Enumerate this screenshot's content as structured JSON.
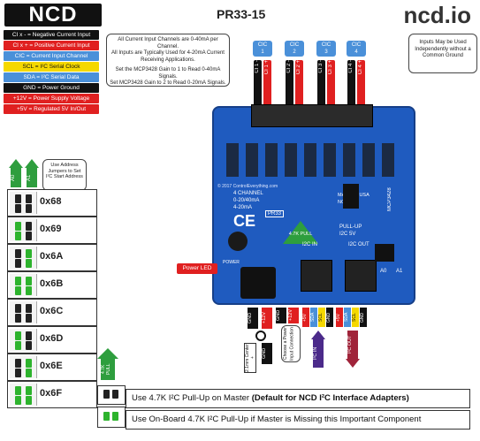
{
  "header": {
    "logo_left": "NCD",
    "title": "PR33-15",
    "logo_right": "ncd.io"
  },
  "legend": [
    {
      "text": "CI x - = Negative Current Input",
      "bg": "#111111",
      "fg": "#ffffff"
    },
    {
      "text": "CI x + = Positive Current Input",
      "bg": "#e02020",
      "fg": "#ffffff"
    },
    {
      "text": "CIC = Current Input Channel",
      "bg": "#4a90d9",
      "fg": "#ffffff"
    },
    {
      "text": "SCL = I²C Serial Clock",
      "bg": "#f5d800",
      "fg": "#111111"
    },
    {
      "text": "SDA = I²C Serial Data",
      "bg": "#4a90d9",
      "fg": "#ffffff"
    },
    {
      "text": "GND = Power Ground",
      "bg": "#111111",
      "fg": "#ffffff"
    },
    {
      "text": "+12V = Power Supply Voltage",
      "bg": "#e02020",
      "fg": "#ffffff"
    },
    {
      "text": "+5V = Regulated 5V In/Out",
      "bg": "#e02020",
      "fg": "#ffffff"
    }
  ],
  "notes": {
    "center_line1": "All Current Input Channels are 0-40mA per Channel.",
    "center_line2": "All Inputs are Typically Used for 4-20mA Current Receiving Applications.",
    "center_line3": "Set the MCP3428 Gain to 1 to Read 0-40mA Signals.",
    "center_line4": "Set MCP3428 Gain to 2 to Read 0-20mA Signals.",
    "right": "Inputs May be Used Independently without a Common Ground"
  },
  "channels": [
    {
      "label": "CIC",
      "num": "1",
      "neg": "CI 1 -",
      "pos": "CI 1 +"
    },
    {
      "label": "CIC",
      "num": "2",
      "neg": "CI 2 -",
      "pos": "CI 2 +"
    },
    {
      "label": "CIC",
      "num": "3",
      "neg": "CI 3 -",
      "pos": "CI 3 +"
    },
    {
      "label": "CIC",
      "num": "4",
      "neg": "CI 4 -",
      "pos": "CI 4 +"
    }
  ],
  "board": {
    "copyright": "© 2017 ControlEverything.com",
    "channel_text": "4 CHANNEL",
    "range_text": "0-20/40mA",
    "range_text2": "4-20mA",
    "made_in": "MADE IN USA",
    "made_in2": "NCD",
    "part": "PR33",
    "chip": "MCP3428",
    "pull_badge": "4.7K PULL",
    "pullup_text": "PULL-UP",
    "pullup_sub": "I2C 5V",
    "i2c_in": "I2C IN",
    "i2c_out": "I2C OUT",
    "power": "POWER",
    "ad_left": "A0",
    "ad_right": "A1"
  },
  "callouts": {
    "power_led": "Power LED"
  },
  "address": {
    "header_a0": "A0",
    "header_a1": "A1",
    "note": "Use Address Jumpers to Set I²C Start Address",
    "rows": [
      {
        "value": "0x68",
        "a0": false,
        "a1": false
      },
      {
        "value": "0x69",
        "a0": true,
        "a1": false
      },
      {
        "value": "0x6A",
        "a0": false,
        "a1": true
      },
      {
        "value": "0x6B",
        "a0": true,
        "a1": true
      },
      {
        "value": "0x6C",
        "a0": false,
        "a1": false
      },
      {
        "value": "0x6D",
        "a0": true,
        "a1": false
      },
      {
        "value": "0x6E",
        "a0": false,
        "a1": true
      },
      {
        "value": "0x6F",
        "a0": true,
        "a1": true
      }
    ]
  },
  "power_conn": {
    "gnd": "GND",
    "v12": "+12V",
    "center_note": "2.1mm Center +",
    "gnd2": "GND",
    "choose_note": "Choose a Power Input Connection",
    "gnd3": "GND",
    "v12b": "+12V"
  },
  "i2c_pins": {
    "in": [
      "+5V",
      "SDA",
      "SCL",
      "GND"
    ],
    "out": [
      "+5V",
      "SDA",
      "SCL",
      "GND"
    ],
    "in_label": "I²C IN",
    "out_label": "I²C OUT"
  },
  "pullup": {
    "arrow_label": "4.7K PULL",
    "row1_text": "Use 4.7K I²C Pull-Up on Master ",
    "row1_bold": "(Default for NCD I²C Interface Adapters)",
    "row2_text": "Use On-Board 4.7K I²C Pull-Up if Master is Missing this Important Component"
  }
}
